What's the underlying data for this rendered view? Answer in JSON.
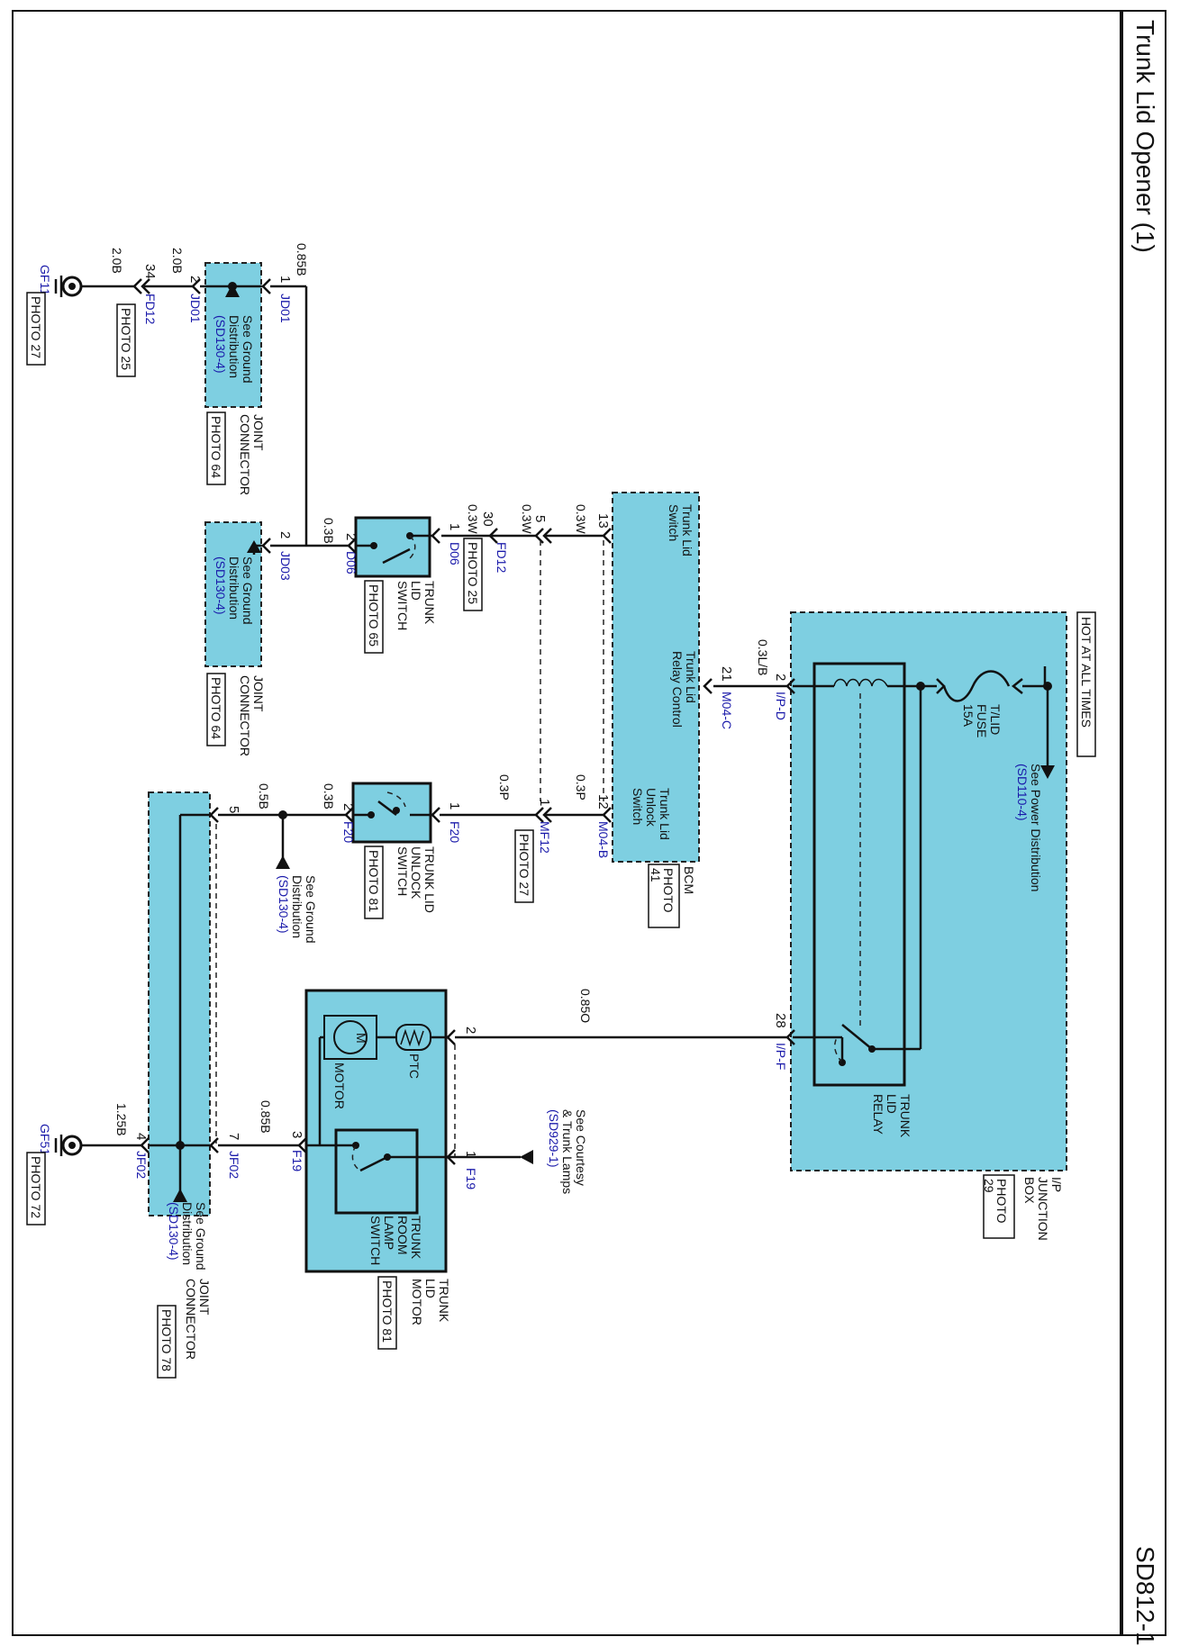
{
  "title": "Trunk Lid Opener (1)",
  "page_code": "SD812-1",
  "hot_label": "HOT AT ALL TIMES",
  "power_ref": "See Power Distribution",
  "power_ref_code": "(SD110-4)",
  "fuse": {
    "name": "T/LID",
    "line2": "FUSE",
    "rating": "15A"
  },
  "relay": {
    "line1": "TRUNK",
    "line2": "LID",
    "line3": "RELAY"
  },
  "ip_box": {
    "line1": "I/P",
    "line2": "JUNCTION",
    "line3": "BOX",
    "photo1": "PHOTO",
    "photo2": "29"
  },
  "bcm": {
    "trunk_lid_switch_1": "Trunk Lid",
    "trunk_lid_switch_2": "Switch",
    "relay_control_1": "Trunk Lid",
    "relay_control_2": "Relay Control",
    "unlock_1": "Trunk Lid",
    "unlock_2": "Unlock",
    "unlock_3": "Switch",
    "name": "BCM",
    "photo1": "PHOTO",
    "photo2": "41"
  },
  "connectors": {
    "ipd": "I/P-D",
    "ipf": "I/P-F",
    "m04c": "M04-C",
    "m04b": "M04-B",
    "mf12": "MF12",
    "fd12a": "FD12",
    "fd12b": "FD12",
    "d06a": "D06",
    "d06b": "D06",
    "f20a": "F20",
    "f20b": "F20",
    "f19a": "F19",
    "f19b": "F19",
    "jd01a": "JD01",
    "jd01b": "JD01",
    "jd03": "JD03",
    "jf02a": "JF02",
    "jf02b": "JF02",
    "gf11": "GF11",
    "gf51": "GF51"
  },
  "pins": {
    "ipd": "2",
    "ipf": "28",
    "bcm21": "21",
    "bcm13": "13",
    "bcm12": "12",
    "c5a": "5",
    "c30": "30",
    "d06": "1",
    "d06b": "2",
    "c1mf": "1",
    "f20a": "1",
    "f20b": "2",
    "jf5": "5",
    "jf7": "7",
    "jf4": "4",
    "f19a": "1",
    "f19b": "3",
    "motor2": "2",
    "jd03": "2",
    "jd01a": "1",
    "jd01b": "2",
    "fd34": "34"
  },
  "wires": {
    "w03lb": "0.3L/B",
    "w085o": "0.85O",
    "w03w_a": "0.3W",
    "w03w_b": "0.3W",
    "w03w_c": "0.3W",
    "w03p_a": "0.3P",
    "w03p_b": "0.3P",
    "w03b_a": "0.3B",
    "w05b": "0.5B",
    "w03b_b": "0.3B",
    "w085b_a": "0.85B",
    "w085b_b": "0.85B",
    "w20b_a": "2.0B",
    "w20b_b": "2.0B",
    "w125b": "1.25B"
  },
  "components": {
    "trunk_lid_switch": [
      "TRUNK",
      "LID",
      "SWITCH"
    ],
    "unlock_switch": [
      "TRUNK LID",
      "UNLOCK",
      "SWITCH"
    ],
    "motor": [
      "TRUNK",
      "LID",
      "MOTOR"
    ],
    "room_lamp": [
      "TRUNK",
      "ROOM",
      "LAMP",
      "SWITCH"
    ],
    "motor_label": "MOTOR",
    "m_letter": "M",
    "ptc": "PTC",
    "joint1": [
      "JOINT",
      "CONNECTOR"
    ],
    "joint2": [
      "JOINT",
      "CONNECTOR"
    ],
    "joint3": [
      "JOINT",
      "CONNECTOR"
    ]
  },
  "photos": {
    "p65": "PHOTO 65",
    "p81a": "PHOTO 81",
    "p81b": "PHOTO 81",
    "p25a": "PHOTO 25",
    "p25b": "PHOTO 25",
    "p27a": "PHOTO 27",
    "p27b": "PHOTO 27",
    "p64a": "PHOTO 64",
    "p64b": "PHOTO 64",
    "p78": "PHOTO 78",
    "p72": "PHOTO 72"
  },
  "refs": {
    "ground": [
      "See Ground",
      "Distribution"
    ],
    "ground_code": "(SD130-4)",
    "courtesy": [
      "See Courtesy",
      "& Trunk Lamps"
    ],
    "courtesy_code": "(SD929-1)"
  }
}
